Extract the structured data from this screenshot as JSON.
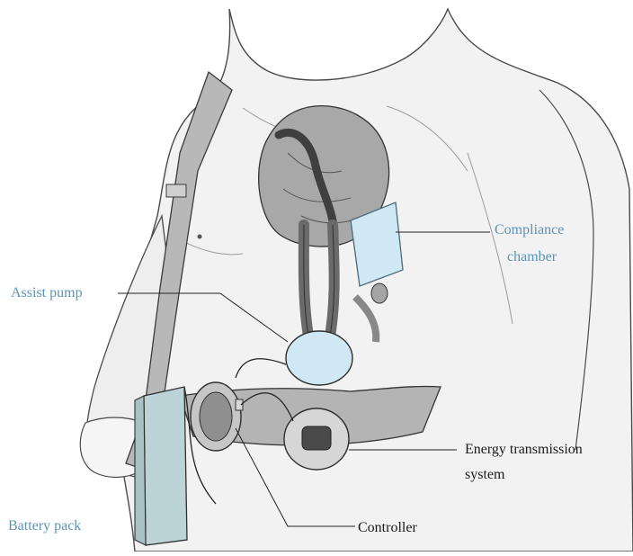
{
  "labels": {
    "compliance_chamber_line1": "Compliance",
    "compliance_chamber_line2": "chamber",
    "assist_pump": "Assist pump",
    "energy_transmission_line1": "Energy transmission",
    "energy_transmission_line2": "system",
    "battery_pack": "Battery pack",
    "controller": "Controller"
  },
  "colors": {
    "accent_label": "#5b93b5",
    "body_fill": "#f1f1f1",
    "outline": "#3a3a3a",
    "device_gray": "#9a9a9a",
    "tube_dark": "#5a5a5a",
    "chamber_blue": "#cfe8f3",
    "battery_fill": "#bcd3d8"
  }
}
